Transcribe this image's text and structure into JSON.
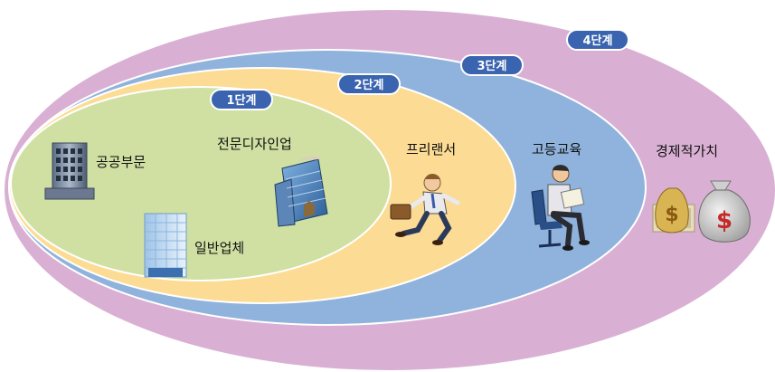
{
  "levels": [
    {
      "badge": "1단계",
      "fill": "#cfe0a2"
    },
    {
      "badge": "2단계",
      "fill": "#fcdc94"
    },
    {
      "badge": "3단계",
      "fill": "#8fb3dc"
    },
    {
      "badge": "4단계",
      "fill": "#d9b0d3"
    }
  ],
  "labels": {
    "public_sector": "공공부문",
    "general_company": "일반업체",
    "design_specialist": "전문디자인업",
    "freelancer": "프리랜서",
    "higher_education": "고등교육",
    "economic_value": "경제적가치"
  },
  "icons": {
    "public_sector": "office-building-icon",
    "general_company": "skyscraper-icon",
    "design_specialist": "design-building-icon",
    "freelancer": "running-businessman-icon",
    "higher_education": "student-reading-icon",
    "economic_value": "money-bags-icon"
  },
  "badge_color": "#3a64b0"
}
